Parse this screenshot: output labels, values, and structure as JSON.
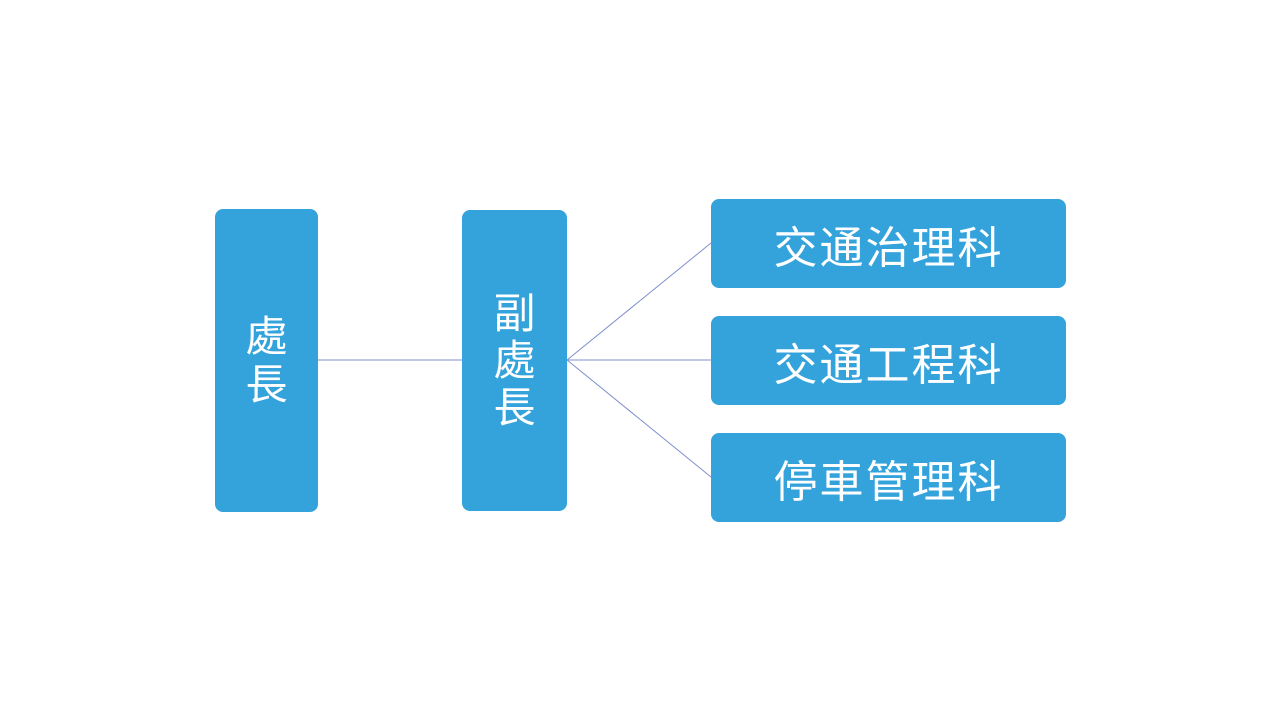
{
  "diagram": {
    "colors": {
      "node_fill": "#34a3dc",
      "node_text": "#ffffff",
      "connector": "#7f8fcc",
      "background": "#ffffff"
    },
    "director": {
      "label": "處長"
    },
    "deputy": {
      "label": "副處長"
    },
    "sections": [
      {
        "label": "交通治理科"
      },
      {
        "label": "交通工程科"
      },
      {
        "label": "停車管理科"
      }
    ]
  }
}
